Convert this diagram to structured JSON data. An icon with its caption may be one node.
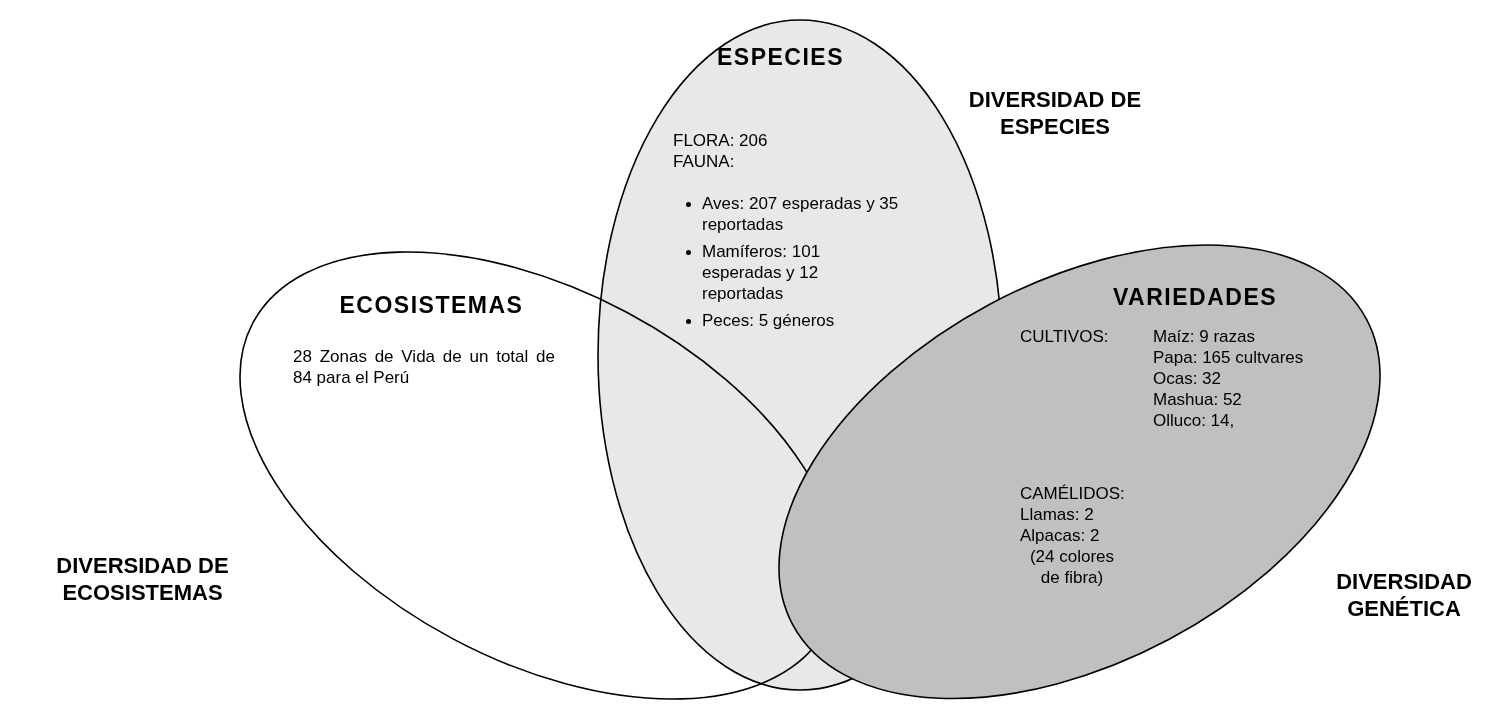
{
  "diagram": {
    "nodes": [
      {
        "text": [
          "ECOSISTEMAS",
          "28 Zonas de Vida de un total de 84 para el Perú"
        ],
        "beside": [
          "DIVERSIDAD DE ECOSISTEMAS"
        ]
      },
      {
        "text": [
          "ESPECIES",
          "FLORA: 206",
          "FAUNA:",
          "Aves: 207 esperadas y 35 reportadas",
          "Mamíferos: 101 esperadas y 12 reportadas",
          "Peces: 5 géneros"
        ],
        "beside": [
          "DIVERSIDAD DE ESPECIES"
        ]
      },
      {
        "text": [
          "VARIEDADES",
          "CULTIVOS:",
          "Maíz: 9 razas",
          "Papa: 165 cultvares",
          "Ocas: 32",
          "Mashua: 52",
          "Olluco: 14,",
          "CAMÉLIDOS:",
          "Llamas: 2",
          "Alpacas: 2",
          "(24 colores de fibra)"
        ],
        "beside": [
          "DIVERSIDAD GENÉTICA"
        ]
      }
    ]
  }
}
